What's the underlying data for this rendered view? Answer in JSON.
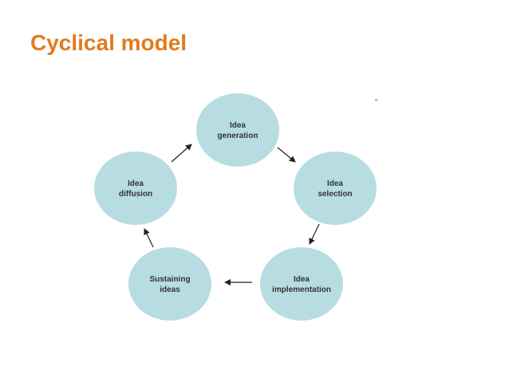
{
  "slide": {
    "title": "Cyclical model"
  },
  "diagram": {
    "node_fill": "#b7dde3",
    "arrow_color": "#222222",
    "title_color": "#e07b1f",
    "nodes": [
      {
        "id": "idea-generation",
        "lines": [
          "Idea",
          "generation"
        ]
      },
      {
        "id": "idea-selection",
        "lines": [
          "Idea",
          "selection"
        ]
      },
      {
        "id": "idea-implementation",
        "lines": [
          "Idea",
          "implementation"
        ]
      },
      {
        "id": "sustaining-ideas",
        "lines": [
          "Sustaining",
          "ideas"
        ]
      },
      {
        "id": "idea-diffusion",
        "lines": [
          "Idea",
          "diffusion"
        ]
      }
    ],
    "cycle_order": [
      "idea-generation",
      "idea-selection",
      "idea-implementation",
      "sustaining-ideas",
      "idea-diffusion"
    ]
  }
}
